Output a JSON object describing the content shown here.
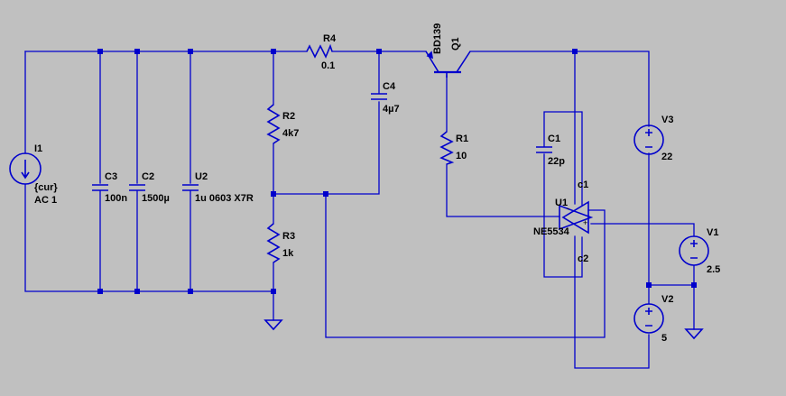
{
  "schematic": {
    "wire_color": "#0000cc",
    "background_color": "#c0c0c0",
    "components": {
      "i1": {
        "name": "I1",
        "value": "{cur}",
        "extra": "AC 1",
        "icon": "current-source-icon"
      },
      "c3": {
        "name": "C3",
        "value": "100n",
        "icon": "capacitor-icon"
      },
      "c2": {
        "name": "C2",
        "value": "1500µ",
        "icon": "capacitor-icon"
      },
      "u2": {
        "name": "U2",
        "value": "1u 0603 X7R",
        "icon": "capacitor-icon"
      },
      "r4": {
        "name": "R4",
        "value": "0.1",
        "icon": "resistor-icon"
      },
      "c4": {
        "name": "C4",
        "value": "4µ7",
        "icon": "capacitor-icon"
      },
      "r2": {
        "name": "R2",
        "value": "4k7",
        "icon": "resistor-icon"
      },
      "r3": {
        "name": "R3",
        "value": "1k",
        "icon": "resistor-icon"
      },
      "q1": {
        "name": "Q1",
        "value": "BD139",
        "icon": "pnp-transistor-icon"
      },
      "r1": {
        "name": "R1",
        "value": "10",
        "icon": "resistor-icon"
      },
      "c1": {
        "name": "C1",
        "value": "22p",
        "icon": "capacitor-icon"
      },
      "u1": {
        "name": "U1",
        "value": "NE5534",
        "pin_c1": "c1",
        "pin_c2": "c2",
        "pin_minus": "-",
        "pin_plus": "+",
        "icon": "opamp-icon"
      },
      "v3": {
        "name": "V3",
        "value": "22",
        "icon": "voltage-source-icon"
      },
      "v1": {
        "name": "V1",
        "value": "2.5",
        "icon": "voltage-source-icon"
      },
      "v2": {
        "name": "V2",
        "value": "5",
        "icon": "voltage-source-icon"
      }
    },
    "grounds": [
      "ground-icon",
      "ground-icon"
    ]
  }
}
